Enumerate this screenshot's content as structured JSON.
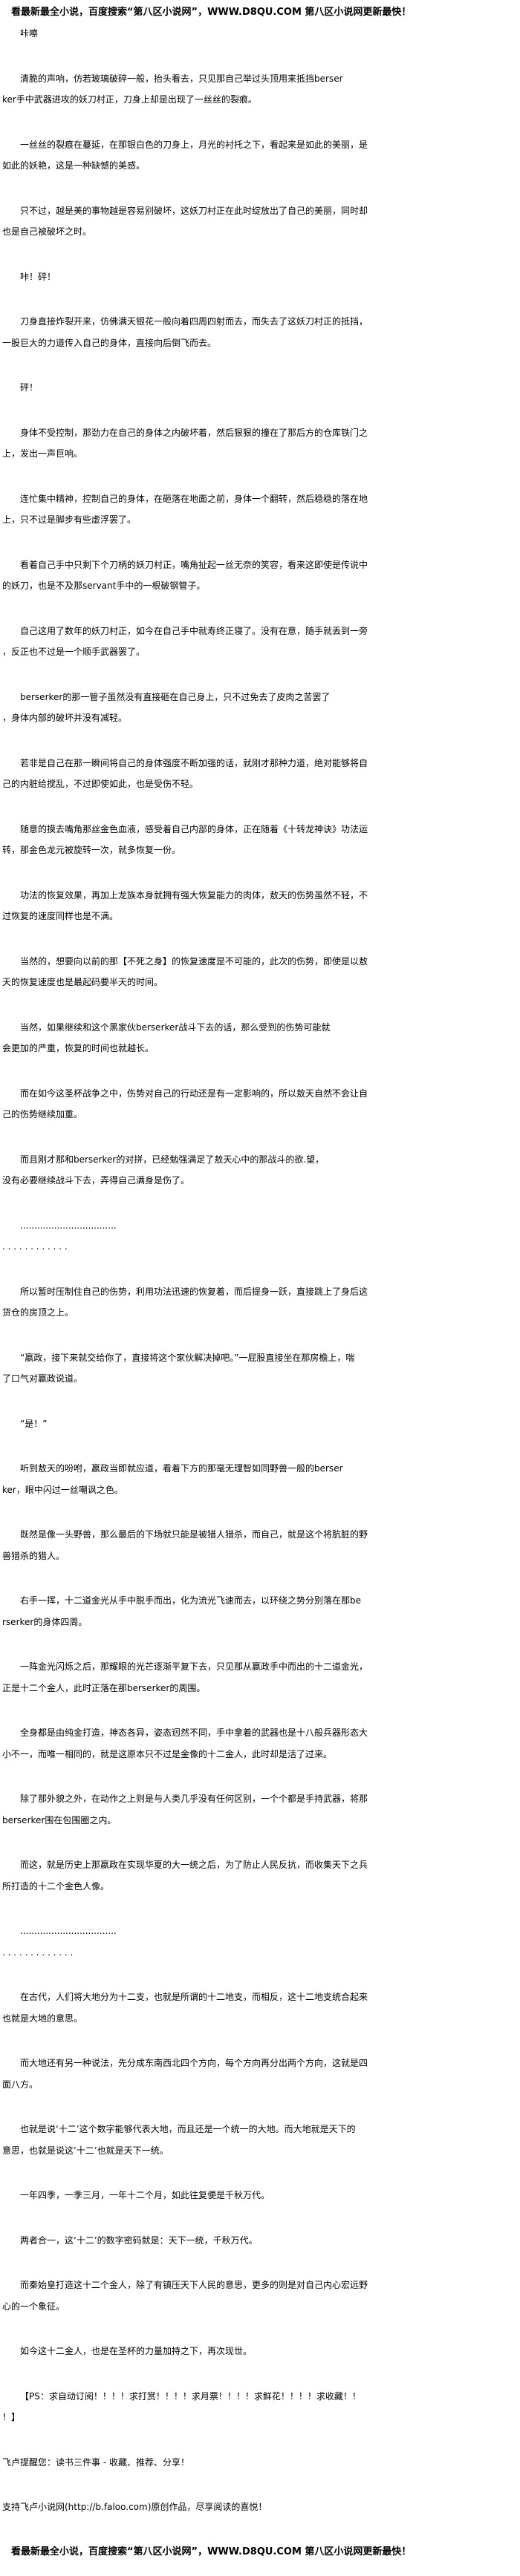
{
  "banner": "看最新最全小说，百度搜索“第八区小说网”，WWW.D8QU.COM 第八区小说网更新最快！",
  "paragraphs": [
    [
      "咔嚓"
    ],
    [
      "清脆的声响，仿若玻璃破碎一般，抬头看去，只见那自己举过头顶用来抵挡berser",
      "ker手中武器进攻的妖刀村正，刀身上却是出现了一丝丝的裂痕。"
    ],
    [
      "一丝丝的裂痕在蔓延，在那银白色的刀身上，月光的衬托之下，看起来是如此的美丽，是",
      "如此的妖艳，这是一种缺憾的美感。"
    ],
    [
      "只不过，越是美的事物越是容易别破坏，这妖刀村正在此时绽放出了自己的美丽，同时却",
      "也是自己被破坏之时。"
    ],
    [
      "咔！砰！"
    ],
    [
      "刀身直接炸裂开来，仿佛满天银花一般向着四周四射而去，而失去了这妖刀村正的抵挡，",
      "一股巨大的力道传入自己的身体，直接向后倒飞而去。"
    ],
    [
      "砰！"
    ],
    [
      "身体不受控制，那劲力在自己的身体之内破坏着，然后狠狠的撞在了那后方的仓库铁门之",
      "上，发出一声巨响。"
    ],
    [
      "连忙集中精神，控制自己的身体，在砸落在地面之前，身体一个翻转，然后稳稳的落在地",
      "上，只不过是脚步有些虚浮罢了。"
    ],
    [
      "看着自己手中只剩下个刀柄的妖刀村正，嘴角扯起一丝无奈的笑容，看来这即使是传说中",
      "的妖刀，也是不及那servant手中的一根破钢管子。"
    ],
    [
      "自己这用了数年的妖刀村正，如今在自己手中就寿终正寝了。没有在意，随手就丢到一旁",
      "，反正也不过是一个顺手武器罢了。"
    ],
    [
      "berserker的那一管子虽然没有直接砸在自己身上，只不过免去了皮肉之苦罢了",
      "，身体内部的破坏并没有减轻。"
    ],
    [
      "若非是自己在那一瞬间将自己的身体强度不断加强的话，就刚才那种力道，绝对能够将自",
      "己的内脏给搅乱，不过即使如此，也是受伤不轻。"
    ],
    [
      "随意的摸去嘴角那丝金色血液，感受着自己内部的身体，正在随着《十转龙神诀》功法运",
      "转，那金色龙元被旋转一次，就多恢复一份。"
    ],
    [
      "功法的恢复效果，再加上龙族本身就拥有强大恢复能力的肉体，敖天的伤势虽然不轻，不",
      "过恢复的速度同样也是不满。"
    ],
    [
      "当然的，想要向以前的那【不死之身】的恢复速度是不可能的，此次的伤势，即使是以敖",
      "天的恢复速度也是最起码要半天的时间。"
    ],
    [
      "当然，如果继续和这个黑家伙berserker战斗下去的话，那么受到的伤势可能就",
      "会更加的严重，恢复的时间也就越长。"
    ],
    [
      "而在如今这圣杯战争之中，伤势对自己的行动还是有一定影响的，所以敖天自然不会让自",
      "己的伤势继续加重。"
    ],
    [
      "而且刚才那和berserker的对拼，已经勉强满足了敖天心中的那战斗的欲.望，",
      "没有必要继续战斗下去，弄得自己满身是伤了。"
    ],
    [
      "..................................",
      ". . . . . . . . . . . ."
    ],
    [
      "所以暂时压制住自己的伤势，利用功法迅速的恢复着，而后提身一跃，直接跳上了身后这",
      "货仓的房顶之上。"
    ],
    [
      "“嬴政，接下来就交给你了，直接将这个家伙解决掉吧。”一屁股直接坐在那房檐上，喘",
      "了口气对嬴政说道。"
    ],
    [
      "“是！”"
    ],
    [
      "听到敖天的吩咐，嬴政当即就应道，看着下方的那毫无理智如同野兽一般的berser",
      "ker，眼中闪过一丝嘲讽之色。"
    ],
    [
      "既然是像一头野兽，那么最后的下场就只能是被猎人猎杀，而自己，就是这个将肮脏的野",
      "兽猎杀的猎人。"
    ],
    [
      "右手一挥，十二道金光从手中脱手而出，化为流光飞速而去，以环绕之势分别落在那be",
      "rserker的身体四周。"
    ],
    [
      "一阵金光闪烁之后，那耀眼的光芒逐渐平复下去，只见那从嬴政手中而出的十二道金光，",
      "正是十二个金人，此时正落在那berserker的周围。"
    ],
    [
      "全身都是由纯金打造，神态各异，姿态迥然不同，手中拿着的武器也是十八般兵器形态大",
      "小不一，而唯一相同的，就是这原本只不过是金像的十二金人，此时却是活了过来。"
    ],
    [
      "除了那外貌之外，在动作之上则是与人类几乎没有任何区别，一个个都是手持武器，将那",
      "berserker围在包围圈之内。"
    ],
    [
      "而这，就是历史上那嬴政在实现华夏的大一统之后，为了防止人民反抗，而收集天下之兵",
      "所打造的十二个金色人像。"
    ],
    [
      "..................................",
      ". . . . . . . . . . . . ."
    ],
    [
      "在古代，人们将大地分为十二支，也就是所谓的十二地支，而相反，这十二地支统合起来",
      "也就是大地的意思。"
    ],
    [
      "而大地还有另一种说法，先分成东南西北四个方向，每个方向再分出两个方向，这就是四",
      "面八方。"
    ],
    [
      "也就是说‘十二’这个数字能够代表大地，而且还是一个统一的大地。而大地就是天下的",
      "意思，也就是说这‘十二’也就是天下一统。"
    ],
    [
      "一年四季，一季三月，一年十二个月，如此往复便是千秋万代。"
    ],
    [
      "两者合一，这‘十二’的数字密码就是：天下一统，千秋万代。"
    ],
    [
      "而秦始皇打造这十二个金人，除了有镇压天下人民的意思，更多的则是对自己内心宏远野",
      "心的一个象征。"
    ],
    [
      "如今这十二金人，也是在圣杯的力量加持之下，再次现世。"
    ],
    [
      "【PS：求自动订阅！！！！求打赏！！！！求月票！！！！求鲜花！！！！求收藏！！",
      "！】"
    ]
  ],
  "notes": [
    "飞卢提醒您：读书三件事 - 收藏、推荐、分享！",
    "支持飞卢小说网(http://b.faloo.com)原创作品，尽享阅读的喜悦！"
  ]
}
